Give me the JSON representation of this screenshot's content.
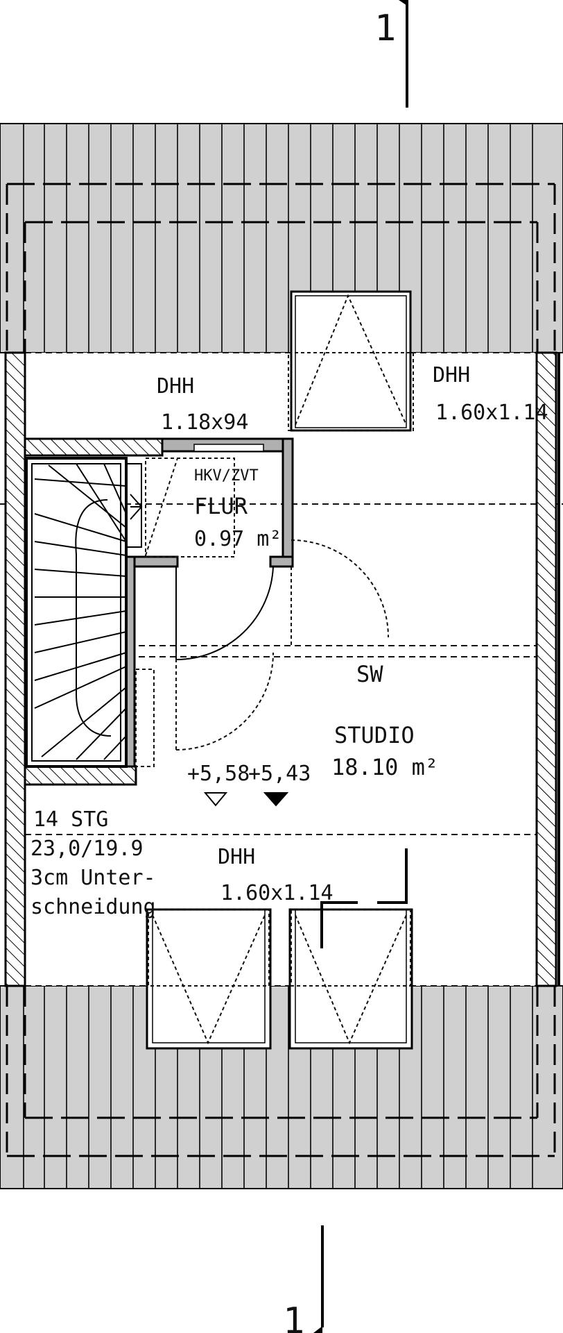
{
  "section_marker_top": "1",
  "section_marker_bottom": "1",
  "window_top_left": {
    "type": "DHH",
    "size": "1.18x94"
  },
  "window_top_right": {
    "type": "DHH",
    "size": "1.60x1.14"
  },
  "window_bottom": {
    "type": "DHH",
    "size": "1.60x1.14"
  },
  "flur": {
    "equipment": "HKV/ZVT",
    "name": "FLUR",
    "area": "0.97 m²"
  },
  "studio": {
    "name": "STUDIO",
    "area": "18.10 m²",
    "wall_label": "SW"
  },
  "levels": {
    "level_a": "+5,58",
    "level_b": "+5,43"
  },
  "stair_note": {
    "line1": "14 STG",
    "line2": "23,0/19.9",
    "line3": "3cm Unter-",
    "line4": "schneidung"
  }
}
